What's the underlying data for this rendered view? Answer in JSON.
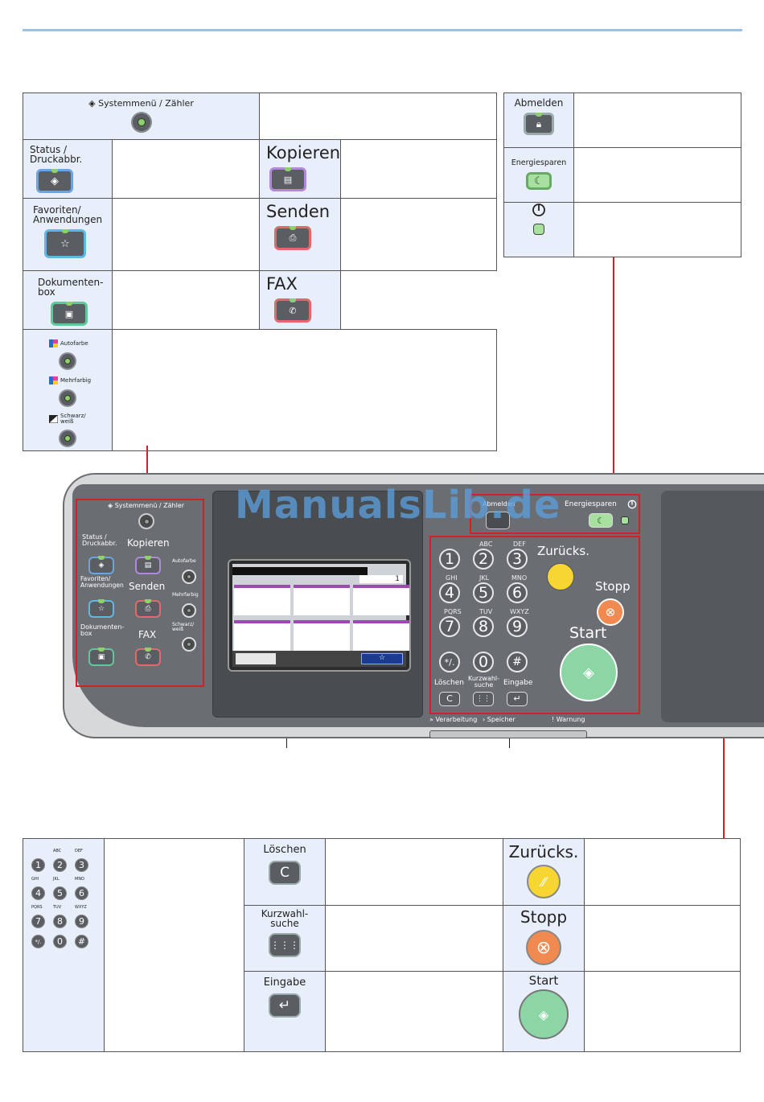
{
  "colors": {
    "accent_line": "#9cc3e6",
    "label_bg": "#e8eefa",
    "callout_red": "#d32020",
    "led_green": "#8ed06a"
  },
  "top_left_table": {
    "sysmenu_label": "Systemmenü / Zähler",
    "status_label": "Status /\nDruckabbr.",
    "kopieren_label": "Kopieren",
    "favoriten_label": "Favoriten/\nAnwendungen",
    "senden_label": "Senden",
    "dokumenten_label": "Dokumenten-\nbox",
    "fax_label": "FAX",
    "autofarbe_label": "Autofarbe",
    "mehrfarbig_label": "Mehrfarbig",
    "schwarz_label": "Schwarz/\nweiß"
  },
  "top_right_table": {
    "abmelden_label": "Abmelden",
    "energiesparen_label": "Energiesparen"
  },
  "panel": {
    "sysmenu": "Systemmenü / Zähler",
    "status": "Status /\nDruckabbr.",
    "kopieren": "Kopieren",
    "autofarbe": "Autofarbe",
    "favoriten": "Favoriten/\nAnwendungen",
    "senden": "Senden",
    "mehrfarbig": "Mehrfarbig",
    "schwarz": "Schwarz/\nweiß",
    "dokumenten": "Dokumenten-\nbox",
    "fax": "FAX",
    "abmelden": "Abmelden",
    "energiesparen": "Energiesparen",
    "zuruecks": "Zurücks.",
    "stopp": "Stopp",
    "start": "Start",
    "loeschen": "Löschen",
    "kurzwahl": "Kurzwahl-\nsuche",
    "eingabe": "Eingabe",
    "verarbeitung": "Verarbeitung",
    "speicher": "Speicher",
    "warnung": "Warnung",
    "screen_count": "1",
    "keys": [
      "1",
      "2",
      "3",
      "4",
      "5",
      "6",
      "7",
      "8",
      "9",
      "*/.",
      "0",
      "#"
    ],
    "key_letters": [
      "ABC",
      "DEF",
      "GHI",
      "JKL",
      "MNO",
      "PQRS",
      "TUV",
      "WXYZ"
    ]
  },
  "watermark": "ManualsLib.de",
  "bottom_table": {
    "keys": [
      "1",
      "2",
      "3",
      "4",
      "5",
      "6",
      "7",
      "8",
      "9",
      "*/.",
      "0",
      "#"
    ],
    "key_letters": [
      "ABC",
      "DEF",
      "GHI",
      "JKL",
      "MNO",
      "PQRS",
      "TUV",
      "WXYZ"
    ],
    "loeschen_label": "Löschen",
    "loeschen_key": "C",
    "kurzwahl_label": "Kurzwahl-\nsuche",
    "eingabe_label": "Eingabe",
    "zuruecks_label": "Zurücks.",
    "stopp_label": "Stopp",
    "start_label": "Start"
  }
}
